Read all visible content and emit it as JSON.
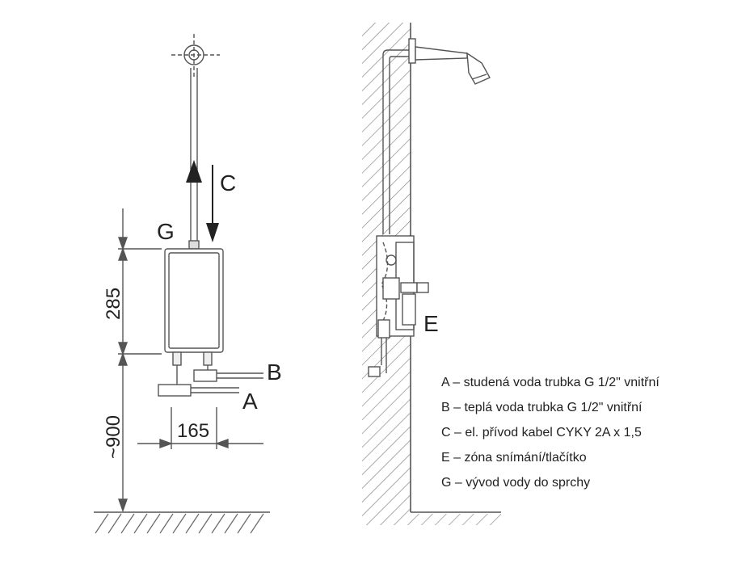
{
  "labels": {
    "G": "G",
    "C": "C",
    "B": "B",
    "A": "A",
    "E": "E"
  },
  "dimensions": {
    "height_unit": "285",
    "height_floor": "~900",
    "width_unit": "165"
  },
  "legend": [
    "A – studená voda trubka G 1/2\" vnitřní",
    "B – teplá voda trubka G 1/2\" vnitřní",
    "C – el. přívod kabel CYKY 2A x 1,5",
    "E – zóna snímání/tlačítko",
    "G – vývod vody do sprchy"
  ]
}
